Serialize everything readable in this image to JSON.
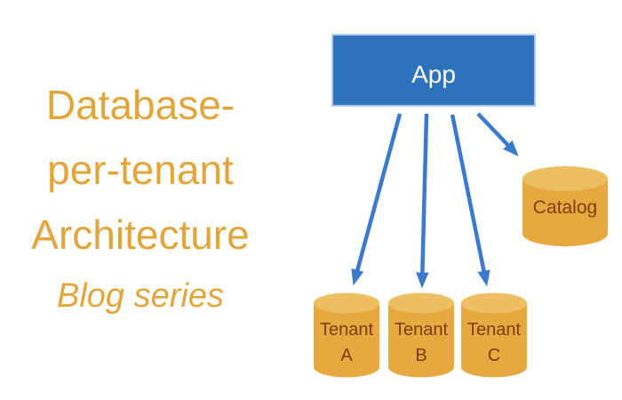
{
  "title": {
    "line1": "Database-",
    "line2": "per-tenant",
    "line3": "Architecture",
    "subtitle": "Blog series"
  },
  "diagram": {
    "app": {
      "label": "App"
    },
    "catalog": {
      "label": "Catalog"
    },
    "tenants": [
      {
        "name": "Tenant",
        "letter": "A"
      },
      {
        "name": "Tenant",
        "letter": "B"
      },
      {
        "name": "Tenant",
        "letter": "C"
      }
    ],
    "colors": {
      "title_text": "#E2A53C",
      "app_fill": "#2E73B9",
      "app_border": "#AFCBE9",
      "app_text": "#FFFFFF",
      "arrow": "#3B79CE",
      "cylinder_body": "#E7A83F",
      "cylinder_top": "#EDBF63",
      "cylinder_text": "#7C3E11"
    }
  }
}
